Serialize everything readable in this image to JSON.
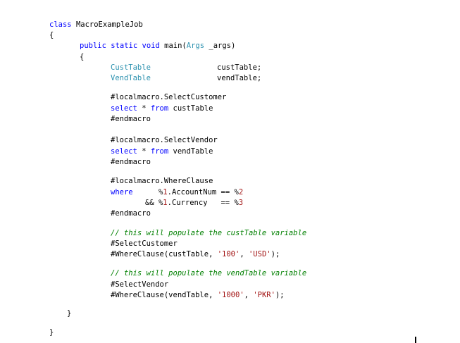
{
  "code": {
    "class_kw": "class",
    "class_name": "MacroExampleJob",
    "open_brace": "{",
    "close_brace": "}",
    "method_public": "public",
    "method_static": "static",
    "method_void": "void",
    "method_name": "main(",
    "method_param_type": "Args",
    "method_param_rest": " _args)",
    "method_open": "{",
    "method_close": "}",
    "decl1_type": "CustTable",
    "decl1_var": "custTable;",
    "decl2_type": "VendTable",
    "decl2_var": "vendTable;",
    "macro1_def": "#localmacro.SelectCustomer",
    "macro1_select_kw": "select",
    "macro1_star": " * ",
    "macro1_from_kw": "from",
    "macro1_table": " custTable",
    "macro1_end": "#endmacro",
    "macro2_def": "#localmacro.SelectVendor",
    "macro2_select_kw": "select",
    "macro2_star": " * ",
    "macro2_from_kw": "from",
    "macro2_table": " vendTable",
    "macro2_end": "#endmacro",
    "macro3_def": "#localmacro.WhereClause",
    "macro3_where_kw": "where",
    "macro3_pct1": "%1",
    "macro3_field1": ".AccountNum == %",
    "macro3_num2": "2",
    "macro3_and": "&& %",
    "macro3_num1b": "1",
    "macro3_field2": ".Currency   == %",
    "macro3_num3": "3",
    "macro3_end": "#endmacro",
    "comment1": "// this will populate the custTable variable",
    "call1": "#SelectCustomer",
    "call2_start": "#WhereClause(custTable, ",
    "call2_arg1": "'100'",
    "call2_sep": ", ",
    "call2_arg2": "'USD'",
    "call2_end": ");",
    "comment2": "// this will populate the vendTable variable",
    "call3": "#SelectVendor",
    "call4_start": "#WhereClause(vendTable, ",
    "call4_arg1": "'1000'",
    "call4_sep": ", ",
    "call4_arg2": "'PKR'",
    "call4_end": ");"
  },
  "colors": {
    "keyword": "#0000ff",
    "type": "#2b91af",
    "string": "#a31515",
    "comment": "#008000",
    "text": "#000000"
  }
}
